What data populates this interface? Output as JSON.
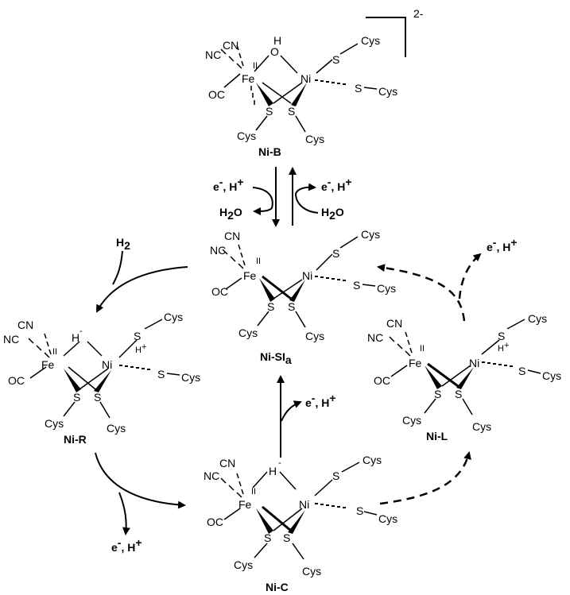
{
  "charge": "2-",
  "atoms": {
    "fe": "Fe",
    "ni": "Ni",
    "s": "S",
    "cys": "Cys",
    "cn": "CN",
    "nc": "NC",
    "co": "OC",
    "ox": "II",
    "o": "O",
    "h": "H",
    "hydride": "H",
    "minus": "-"
  },
  "species": {
    "nib": "Ni-B",
    "nisi_main": "Ni-SI",
    "nisi_sub": "a",
    "nir": "Ni-R",
    "nic": "Ni-C",
    "nil": "Ni-L"
  },
  "reagents": {
    "e": "e",
    "sup_minus": "-",
    "comma_h": ", H",
    "sup_plus": "+",
    "h2": "H",
    "sub2": "2",
    "h2o_h": "H",
    "h2o_2": "2",
    "h2o_o": "O"
  }
}
